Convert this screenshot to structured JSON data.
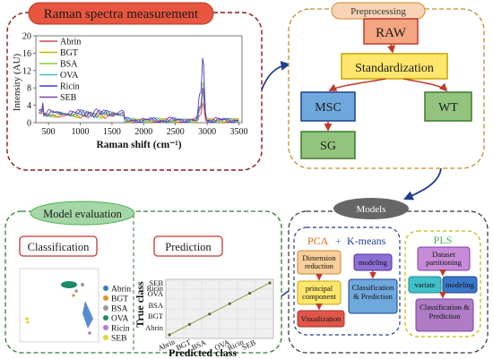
{
  "raman": {
    "title": "Raman spectra measurement",
    "y_label": "Intensity (AU)",
    "x_label": "Raman shift (cm⁻¹)",
    "y_ticks": [
      "20",
      "16",
      "12",
      "8",
      "4",
      "0"
    ],
    "x_ticks": [
      "500",
      "1000",
      "1500",
      "2000",
      "2500",
      "3000",
      "3500"
    ],
    "legend": [
      {
        "name": "Abrin",
        "color": "#cc4a4a"
      },
      {
        "name": "BGT",
        "color": "#c9b400"
      },
      {
        "name": "BSA",
        "color": "#8cc63f"
      },
      {
        "name": "OVA",
        "color": "#4fb3c9"
      },
      {
        "name": "Ricin",
        "color": "#3b3bd1"
      },
      {
        "name": "SEB",
        "color": "#7a3fa6"
      }
    ]
  },
  "preprocessing": {
    "title": "Preprocessing",
    "raw": "RAW",
    "standardization": "Standardization",
    "msc": "MSC",
    "wt": "WT",
    "sg": "SG"
  },
  "models": {
    "title": "Models",
    "pca": "PCA",
    "plus": "+",
    "kmeans": "K-means",
    "dimension_reduction": "Dimension reduction",
    "principal_component": "principal component",
    "visualization": "Visualization",
    "modeling": "modeling",
    "classification_prediction": "Classification & Prediction",
    "pls": "PLS",
    "dataset_partitioning": "Dataset partitioning",
    "variate": "variate",
    "pls_modeling": "modeling",
    "pls_classification_prediction": "Classification & Prediction"
  },
  "evaluation": {
    "title": "Model evaluation",
    "classification": "Classification",
    "prediction": "Prediction",
    "scatter_legend": [
      {
        "name": "Abrin",
        "color": "#3b78c9"
      },
      {
        "name": "BGT",
        "color": "#e0902e"
      },
      {
        "name": "BSA",
        "color": "#9a9a9a"
      },
      {
        "name": "OVA",
        "color": "#1b8a6b"
      },
      {
        "name": "Ricin",
        "color": "#b07cc6"
      },
      {
        "name": "SEB",
        "color": "#e3d23a"
      }
    ],
    "y_label": "True class",
    "x_label": "Predicted class",
    "pred_y_ticks": [
      "SEB",
      "Ricin",
      "OVA",
      "BSA",
      "BGT",
      "Abrin"
    ],
    "pred_x_ticks": [
      "Abrin",
      "BGT",
      "BSA",
      "OVA",
      "Ricin",
      "SEB"
    ]
  },
  "colors": {
    "raman_border": "#8b1a1a",
    "preprocessing_border": "#c98a2e",
    "models_border": "#333333",
    "evaluation_border": "#2e7d32",
    "raw_fill": "#f4a582",
    "standardization_fill": "#ffe66d",
    "msc_fill": "#6fa8dc",
    "wt_fill": "#93c47d",
    "sg_fill": "#93c47d"
  }
}
